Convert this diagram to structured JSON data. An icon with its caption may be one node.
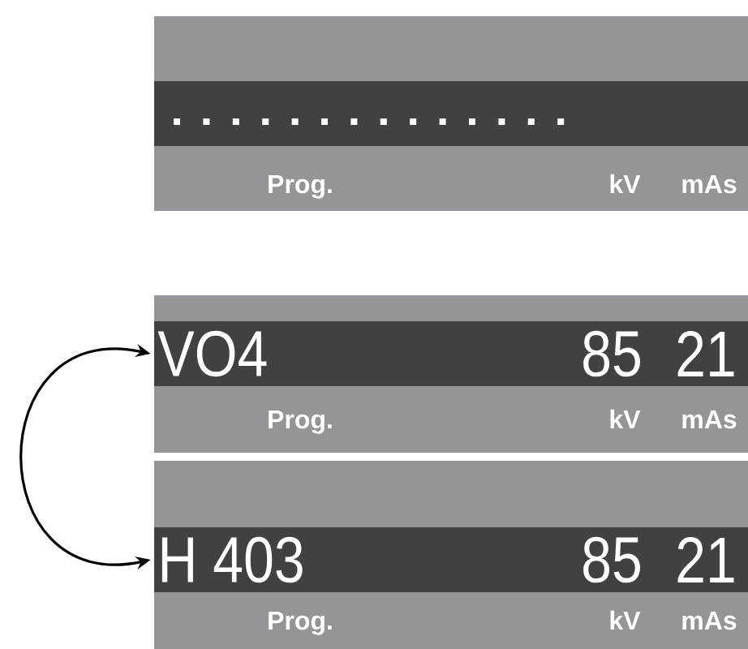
{
  "diagram": {
    "nodes": [
      {
        "text": [
          "Prog.",
          "kV",
          "mAs"
        ]
      },
      {
        "text": [],
        "shape": "bar",
        "in": 0
      },
      {
        "text": [
          "Prog.",
          "kV",
          "mAs"
        ]
      },
      {
        "text": [
          "VO4",
          "85",
          "21"
        ],
        "in": 2
      },
      {
        "text": [
          "Prog.",
          "kV",
          "mAs"
        ]
      },
      {
        "text": [
          "H 403",
          "85",
          "21"
        ],
        "in": 4
      }
    ],
    "edges": [
      {
        "from": 3,
        "to": 5,
        "arrow": "both"
      }
    ]
  }
}
